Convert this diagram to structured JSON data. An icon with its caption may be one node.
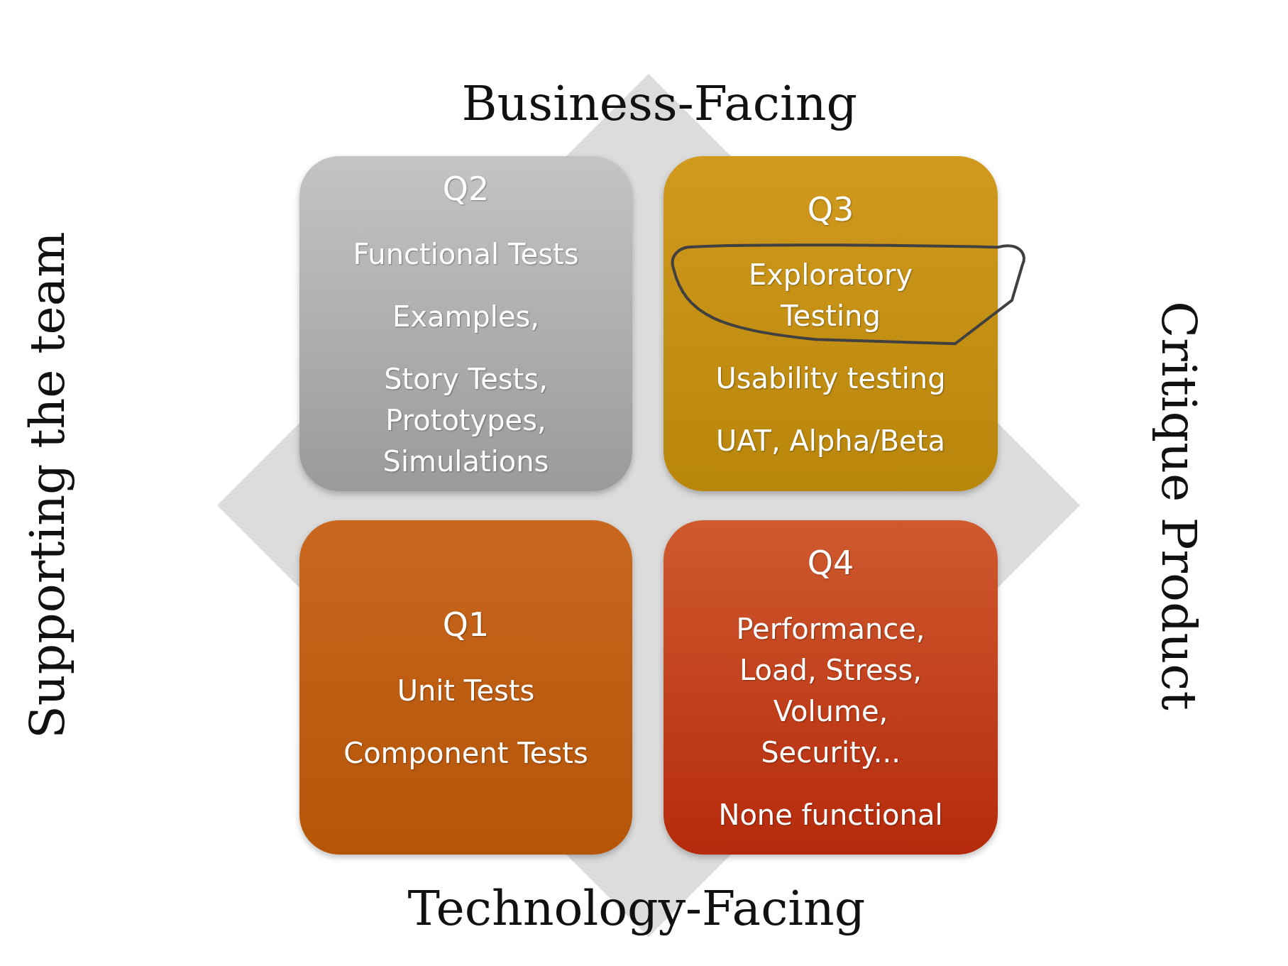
{
  "diagram": {
    "nodes": [
      {
        "text": [
          "Q2",
          "Functional Tests",
          "Examples,",
          "Story Tests, Prototypes, Simulations"
        ]
      },
      {
        "text": [
          "Q3",
          "Exploratory Testing",
          "Usability testing",
          "UAT, Alpha/Beta"
        ]
      },
      {
        "text": [
          "Q1",
          "Unit Tests",
          "Component Tests"
        ]
      },
      {
        "text": [
          "Q4",
          "Performance, Load, Stress, Volume, Security...",
          "None functional"
        ]
      }
    ],
    "edges": [],
    "labels": [
      "Business-Facing",
      "Supporting the team",
      "Critique Product",
      "Technology-Facing"
    ]
  }
}
